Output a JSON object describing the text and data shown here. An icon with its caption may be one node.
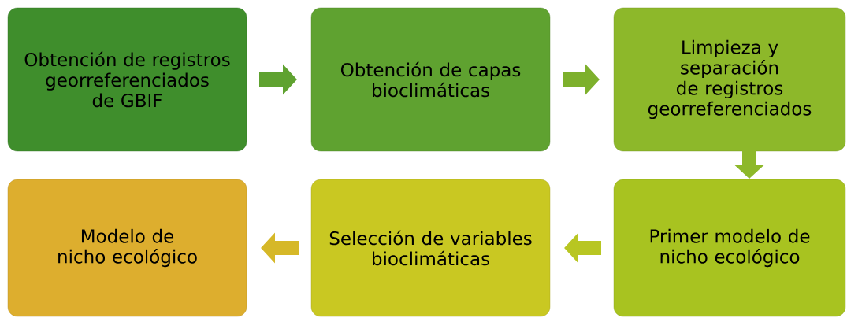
{
  "diagram": {
    "nodes": [
      {
        "text": [
          "Obtención de registros georreferenciados de GBIF"
        ]
      },
      {
        "text": [
          "Obtención de capas bioclimáticas"
        ]
      },
      {
        "text": [
          "Limpieza y separación de registros georreferenciados"
        ]
      },
      {
        "text": [
          "Primer modelo de nicho ecológico"
        ]
      },
      {
        "text": [
          "Selección de variables bioclimáticas"
        ]
      },
      {
        "text": [
          "Modelo de nicho ecológico"
        ]
      }
    ],
    "edges": [
      {
        "from": 0,
        "to": 1,
        "arrow": "to"
      },
      {
        "from": 1,
        "to": 2,
        "arrow": "to"
      },
      {
        "from": 2,
        "to": 3,
        "arrow": "to"
      },
      {
        "from": 3,
        "to": 4,
        "arrow": "to"
      },
      {
        "from": 4,
        "to": 5,
        "arrow": "to",
        "color": "#d6b828"
      }
    ]
  }
}
